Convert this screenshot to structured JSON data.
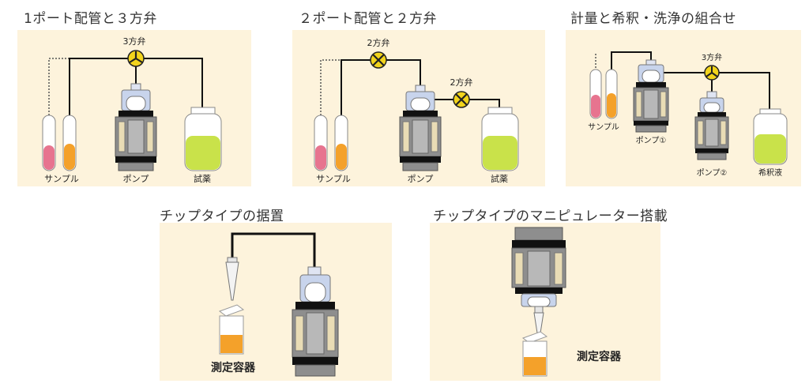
{
  "panels": [
    {
      "title": "1ポート配管と３方弁",
      "labels": {
        "valve": "3方弁",
        "sample": "サンプル",
        "pump": "ポンプ",
        "reagent": "試薬"
      }
    },
    {
      "title": "２ポート配管と２方弁",
      "labels": {
        "valve1": "2方弁",
        "valve2": "2方弁",
        "sample": "サンプル",
        "pump": "ポンプ",
        "reagent": "試薬"
      }
    },
    {
      "title": "計量と希釈・洗浄の組合せ",
      "labels": {
        "valve": "3方弁",
        "sample": "サンプル",
        "pump1": "ポンプ①",
        "pump2": "ポンプ②",
        "diluent": "希釈液"
      }
    },
    {
      "title": "チップタイプの据置",
      "labels": {
        "container": "測定容器"
      }
    },
    {
      "title": "チップタイプのマニピュレーター搭載",
      "labels": {
        "container": "測定容器"
      }
    }
  ],
  "colors": {
    "panel_bg": "#fdf3dc",
    "liquid_red": "#e7748f",
    "liquid_orange": "#f4a12a",
    "liquid_green": "#c9e24a",
    "valve_fill": "#f2d41c",
    "tube": "#111111",
    "pump_gray": "#8e8e8e",
    "pump_tan": "#e9dcb5",
    "cup_blue": "#c8d4ec"
  }
}
